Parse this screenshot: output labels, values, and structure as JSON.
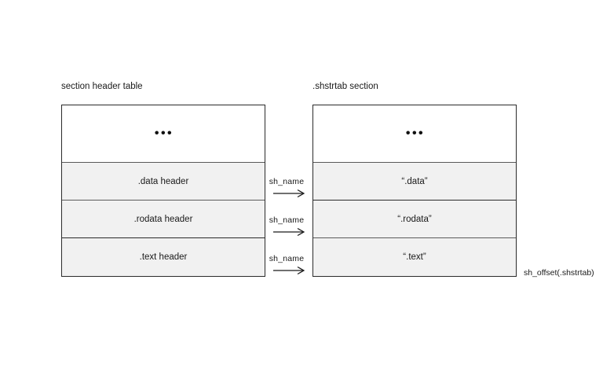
{
  "diagram": {
    "title_left": "section header table",
    "title_right": ".shstrtab section",
    "offset_note": "sh_offset(.shstrtab)",
    "ellipsis": "•••",
    "section_header_table": {
      "rows": [
        {
          "label": "•••"
        },
        {
          "label": ".data header"
        },
        {
          "label": ".rodata header"
        },
        {
          "label": ".text header"
        }
      ]
    },
    "shstrtab_section": {
      "rows": [
        {
          "label": "•••"
        },
        {
          "label": "“.data”"
        },
        {
          "label": "“.rodata”"
        },
        {
          "label": "“.text”"
        }
      ]
    },
    "connectors": [
      {
        "label": "sh_name"
      },
      {
        "label": "sh_name"
      },
      {
        "label": "sh_name"
      }
    ],
    "colors": {
      "background": "#ffffff",
      "row_fill": "#f1f1f1",
      "border_dark": "#2b2b2b",
      "border_gray": "#5c5c5c",
      "text": "#1a1a1a"
    }
  }
}
